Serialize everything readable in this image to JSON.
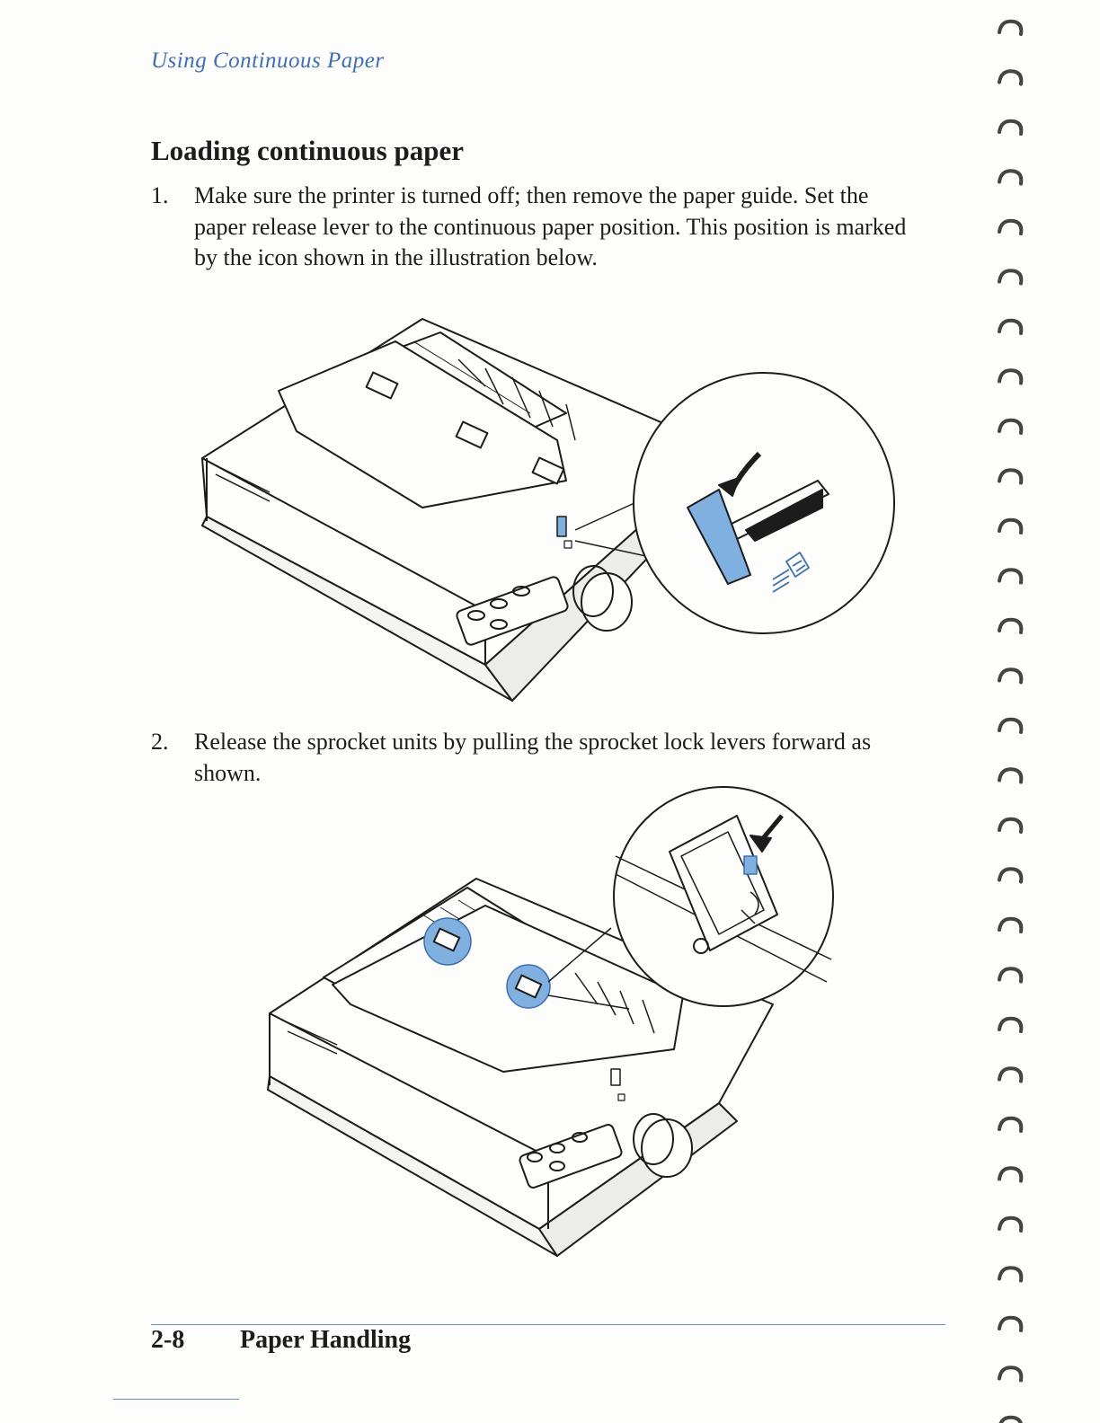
{
  "page": {
    "running_header": "Using Continuous Paper",
    "section_heading": "Loading continuous paper",
    "steps": [
      {
        "number": "1.",
        "text": "Make sure the printer is turned off; then remove the paper guide. Set the paper release lever to the continuous paper position. This position is marked by the icon shown in the illustration below."
      },
      {
        "number": "2.",
        "text": "Release the sprocket units by pulling the sprocket lock levers forward as shown."
      }
    ],
    "footer": {
      "page_number": "2-8",
      "chapter_title": "Paper Handling"
    }
  },
  "colors": {
    "accent_blue": "#3f6fb0",
    "highlight_blue": "#7fb0df",
    "line": "#1c1c1c"
  },
  "figures": [
    {
      "id": "figure-1",
      "depicts": "printer with paper release lever set to continuous paper position (callout-icon)"
    },
    {
      "id": "figure-2",
      "depicts": "printer with sprocket lock levers pulled forward (callout-icon)"
    }
  ]
}
